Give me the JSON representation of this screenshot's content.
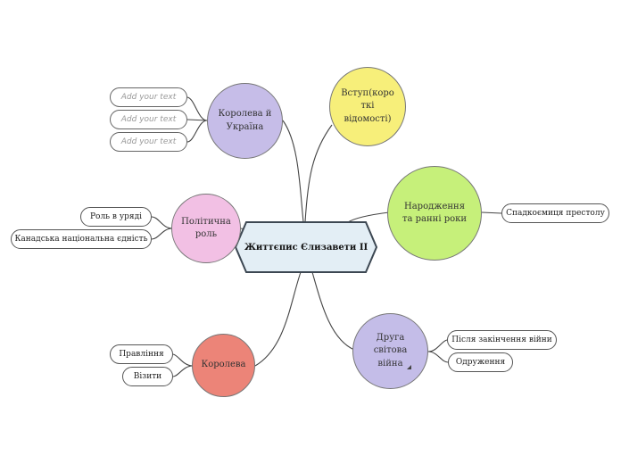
{
  "central": {
    "title": "Життєпис Єлизавети ІІ"
  },
  "branches": {
    "intro": {
      "label": "Вступ(короткі відомості)",
      "lines": [
        "Вступ(коро",
        "ткі",
        "відомості)"
      ],
      "color": "#f7ef7a"
    },
    "birth": {
      "label": "Народження та ранні роки",
      "lines": [
        "Народження",
        "та ранні роки"
      ],
      "color": "#c6f07a"
    },
    "ww2": {
      "label": "Друга світова війна",
      "lines": [
        "Друга",
        "світова",
        "війна"
      ],
      "color": "#c4bde8"
    },
    "queen": {
      "label": "Королева",
      "lines": [
        "Королева"
      ],
      "color": "#ec8478"
    },
    "political": {
      "label": "Політична роль",
      "lines": [
        "Політична",
        "роль"
      ],
      "color": "#f2c0e4"
    },
    "ukraine": {
      "label": "Королева й Україна",
      "lines": [
        "Королева й",
        "Україна"
      ],
      "color": "#c6bde8"
    }
  },
  "leaves": {
    "succession": "Спадкоємиця престолу",
    "after_war": "Після закінчення війни",
    "marriage": "Одруження",
    "reign": "Правління",
    "visits": "Візити",
    "role_government": "Роль в уряді",
    "canada_unity": "Канадська національна єдність",
    "placeholder_1": "Add your text",
    "placeholder_2": "Add your text",
    "placeholder_3": "Add your text"
  }
}
